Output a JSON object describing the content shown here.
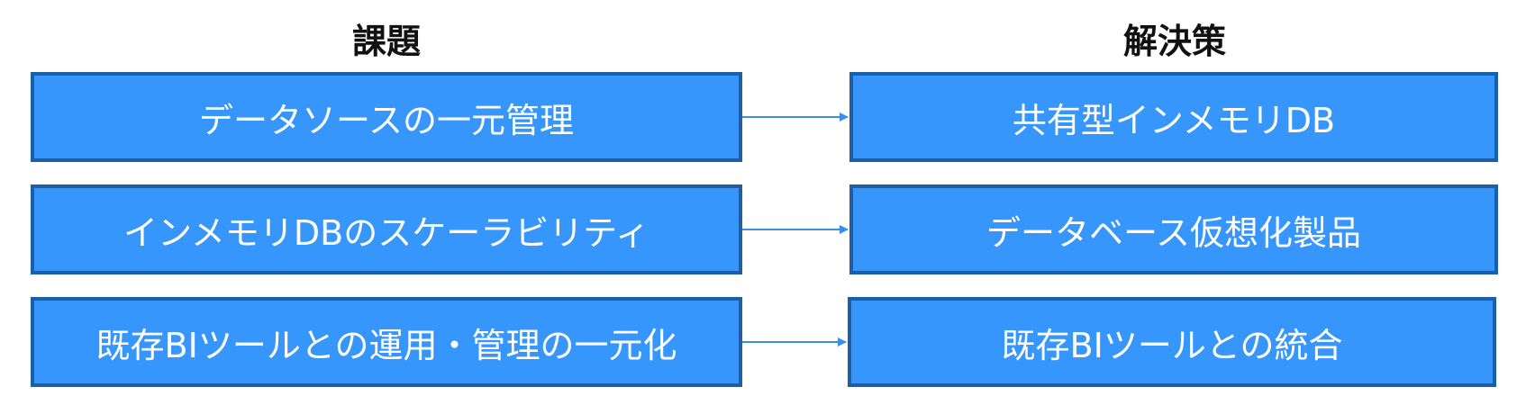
{
  "headings": {
    "left": "課題",
    "right": "解決策"
  },
  "rows": [
    {
      "problem": "データソースの一元管理",
      "solution": "共有型インメモリDB"
    },
    {
      "problem": "インメモリDBのスケーラビリティ",
      "solution": "データベース仮想化製品"
    },
    {
      "problem": "既存BIツールとの運用・管理の一元化",
      "solution": "既存BIツールとの統合"
    }
  ],
  "colors": {
    "box_fill": "#3796fb",
    "box_border": "#1c5fa8",
    "arrow": "#3b8ee8",
    "heading_text": "#111111",
    "box_text": "#ffffff"
  }
}
